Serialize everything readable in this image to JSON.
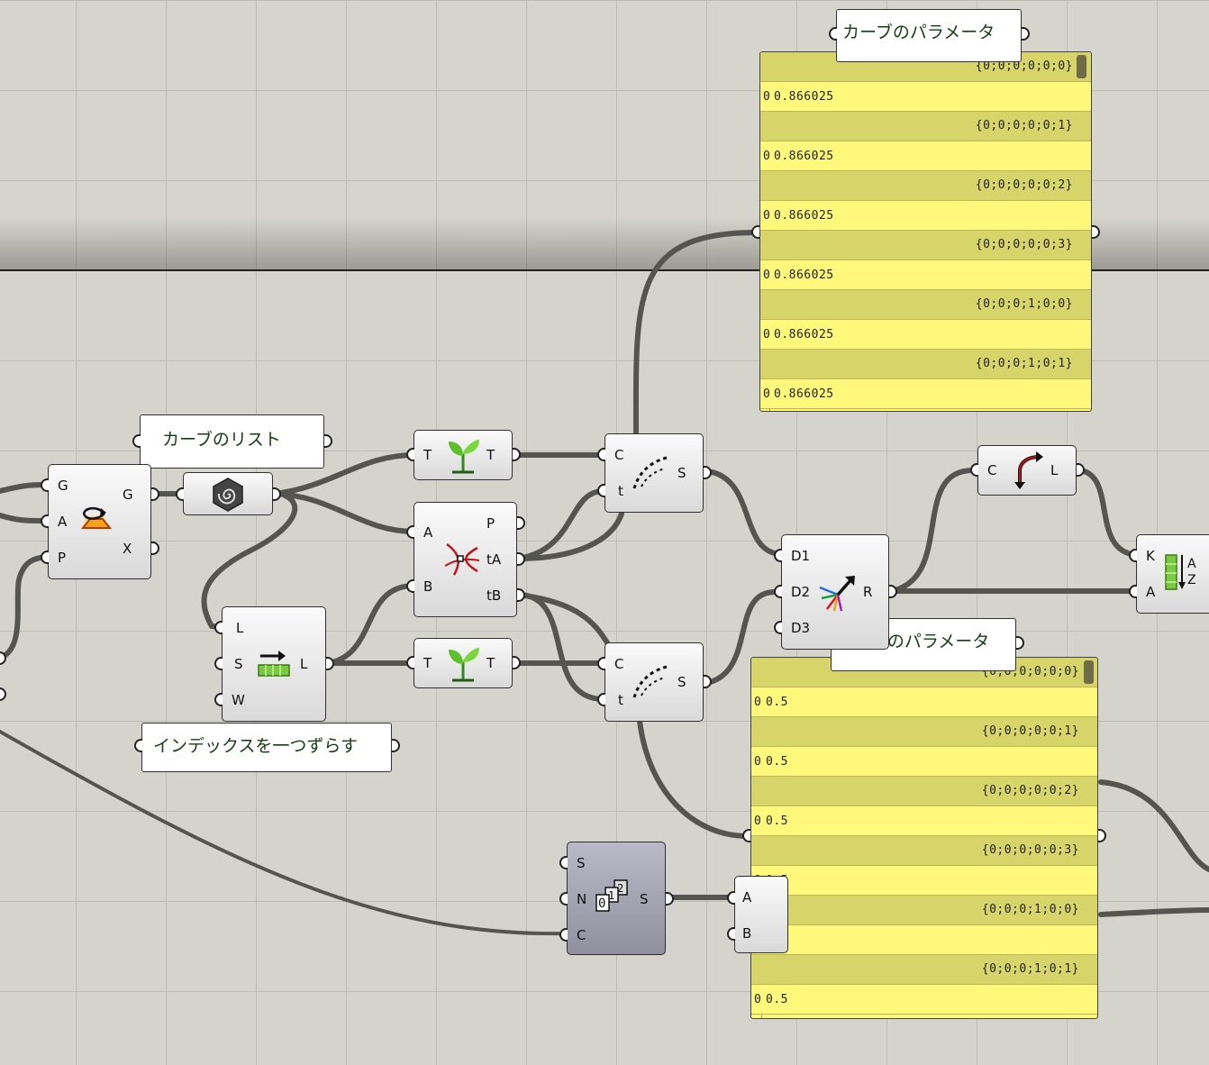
{
  "notes": {
    "curve_list": "カーブのリスト",
    "index_shift": "インデックスを一つずらす",
    "curve_params_top": "カーブのパラメータ",
    "curve_params_bottom": "カーブのパラメータ"
  },
  "components": {
    "rotate_transform": {
      "inputs": [
        "G",
        "A",
        "P"
      ],
      "outputs": [
        "G",
        "X"
      ],
      "icon": "rotate-geometry-icon"
    },
    "spiral_param": {
      "icon": "spiral-hexagon-icon"
    },
    "shift_list": {
      "inputs": [
        "L",
        "S",
        "W"
      ],
      "outputs": [
        "L"
      ],
      "icon": "shift-list-icon"
    },
    "graft_top": {
      "inputs": [
        "T"
      ],
      "outputs": [
        "T"
      ],
      "icon": "graft-sprout-icon"
    },
    "graft_bottom": {
      "inputs": [
        "T"
      ],
      "outputs": [
        "T"
      ],
      "icon": "graft-sprout-icon"
    },
    "curve_curve": {
      "inputs": [
        "A",
        "B"
      ],
      "outputs": [
        "P",
        "tA",
        "tB"
      ],
      "icon": "curve-intersection-icon"
    },
    "shatter_top": {
      "inputs": [
        "C",
        "t"
      ],
      "outputs": [
        "S"
      ],
      "icon": "dotted-curve-icon"
    },
    "shatter_bottom": {
      "inputs": [
        "C",
        "t"
      ],
      "outputs": [
        "S"
      ],
      "icon": "dotted-curve-icon"
    },
    "merge": {
      "inputs": [
        "D1",
        "D2",
        "D3"
      ],
      "outputs": [
        "R"
      ],
      "icon": "merge-streams-icon"
    },
    "length": {
      "inputs": [
        "C"
      ],
      "outputs": [
        "L"
      ],
      "icon": "curve-length-icon"
    },
    "sort_list": {
      "inputs": [
        "K",
        "A"
      ],
      "icon": "sort-az-icon"
    },
    "series": {
      "inputs": [
        "S",
        "N",
        "C"
      ],
      "outputs": [
        "S"
      ],
      "icon": "number-series-icon"
    },
    "partial": {
      "inputs": [
        "A",
        "B"
      ]
    }
  },
  "panels": {
    "top": {
      "rows": [
        {
          "path": "{0;0;0;0;0;0}",
          "index": "0",
          "value": "0.866025"
        },
        {
          "path": "{0;0;0;0;0;1}",
          "index": "0",
          "value": "0.866025"
        },
        {
          "path": "{0;0;0;0;0;2}",
          "index": "0",
          "value": "0.866025"
        },
        {
          "path": "{0;0;0;0;0;3}",
          "index": "0",
          "value": "0.866025"
        },
        {
          "path": "{0;0;0;1;0;0}",
          "index": "0",
          "value": "0.866025"
        },
        {
          "path": "{0;0;0;1;0;1}",
          "index": "0",
          "value": "0.866025"
        }
      ]
    },
    "bottom": {
      "rows": [
        {
          "path": "{0;0;0;0;0;0}",
          "index": "0",
          "value": "0.5"
        },
        {
          "path": "{0;0;0;0;0;1}",
          "index": "0",
          "value": "0.5"
        },
        {
          "path": "{0;0;0;0;0;2}",
          "index": "0",
          "value": "0.5"
        },
        {
          "path": "{0;0;0;0;0;3}",
          "index": "0",
          "value": "0.5"
        },
        {
          "path": "{0;0;0;1;0;0}",
          "index": "0",
          "value": "0.5"
        },
        {
          "path": "{0;0;0;1;0;1}",
          "index": "0",
          "value": "0.5"
        }
      ]
    }
  },
  "colors": {
    "canvas": "#d5d4cc",
    "panel": "#fff87b",
    "panel_header": "#d7d46a",
    "wire": "#555550",
    "note_text": "#123e12"
  }
}
